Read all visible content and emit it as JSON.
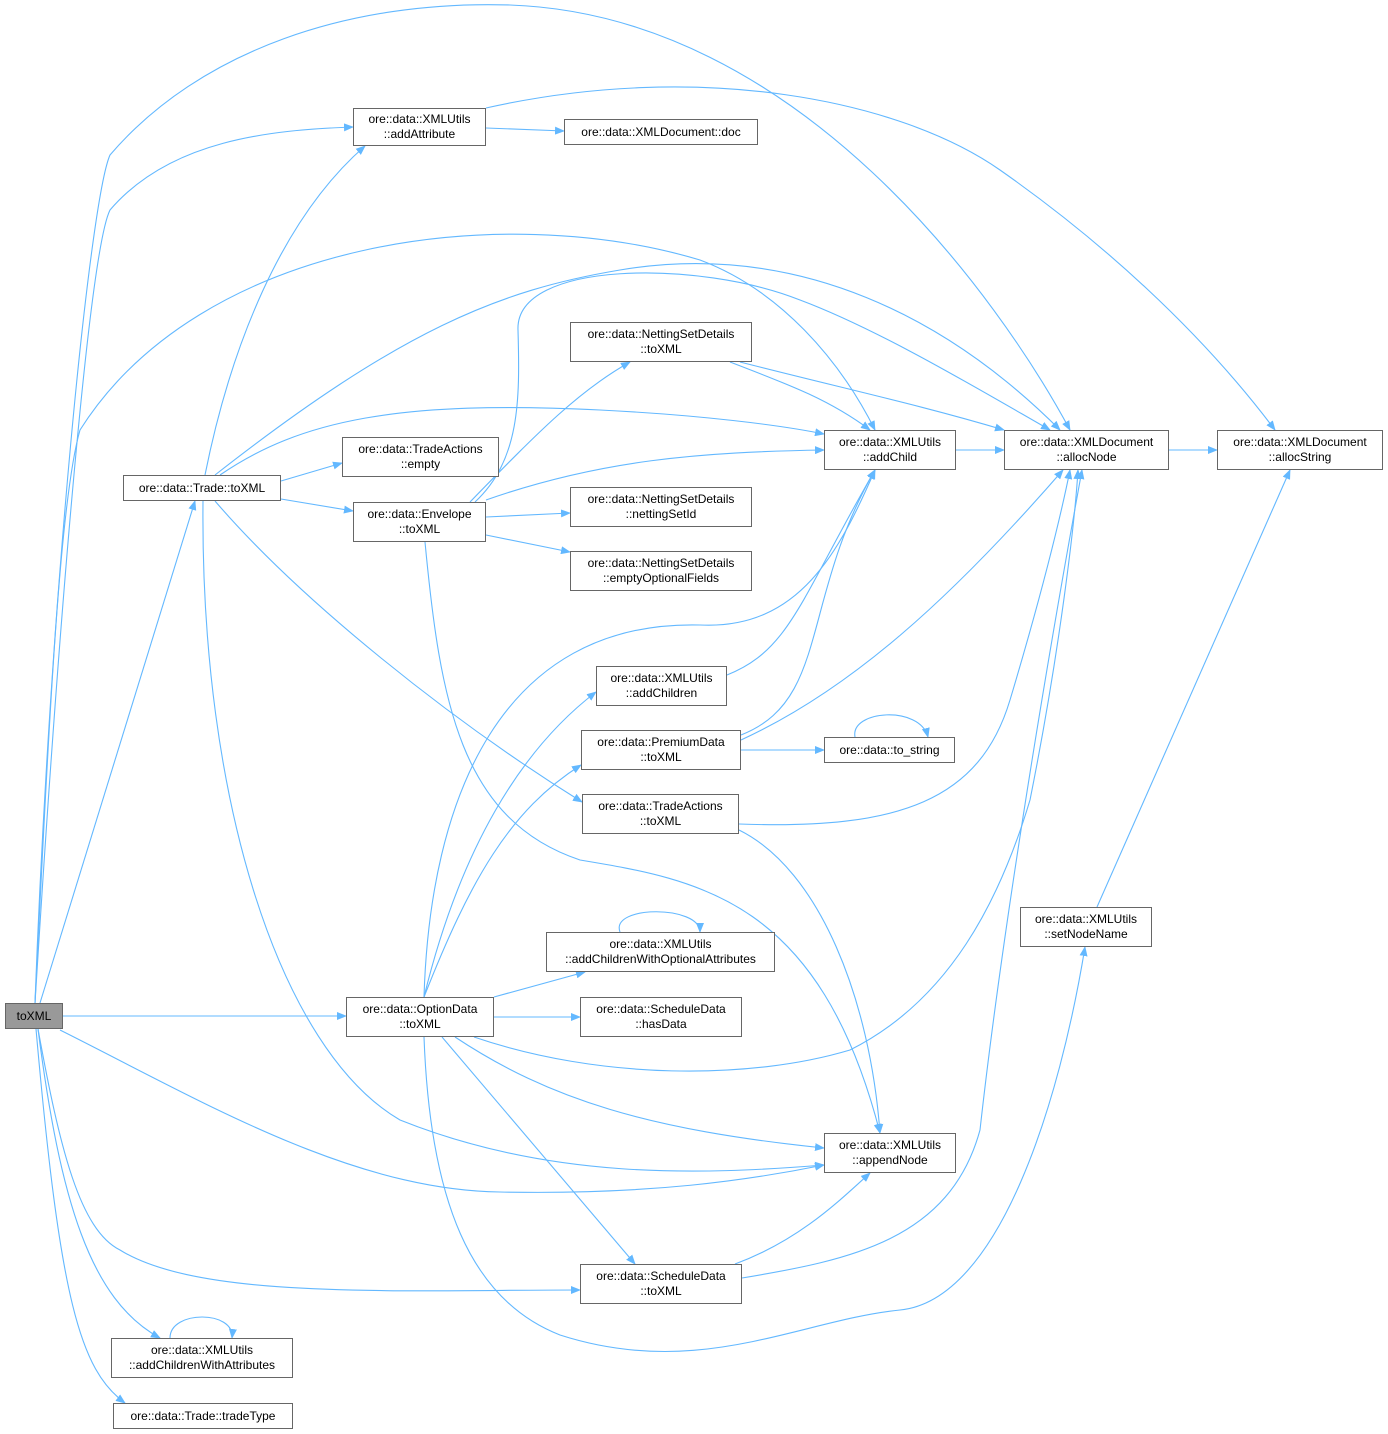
{
  "colors": {
    "edge": "#63b8ff",
    "root_fill": "#999999",
    "node_border": "#666666"
  },
  "nodes": {
    "root": [
      "toXML"
    ],
    "addAttribute": [
      "ore::data::XMLUtils",
      "::addAttribute"
    ],
    "doc": [
      "ore::data::XMLDocument::doc"
    ],
    "allocNode": [
      "ore::data::XMLDocument",
      "::allocNode"
    ],
    "allocString": [
      "ore::data::XMLDocument",
      "::allocString"
    ],
    "nsdToXML": [
      "ore::data::NettingSetDetails",
      "::toXML"
    ],
    "addChild": [
      "ore::data::XMLUtils",
      "::addChild"
    ],
    "taEmpty": [
      "ore::data::TradeActions",
      "::empty"
    ],
    "tradeToXML": [
      "ore::data::Trade::toXML"
    ],
    "envToXML": [
      "ore::data::Envelope",
      "::toXML"
    ],
    "nettingSetId": [
      "ore::data::NettingSetDetails",
      "::nettingSetId"
    ],
    "emptyOptional": [
      "ore::data::NettingSetDetails",
      "::emptyOptionalFields"
    ],
    "addChildren": [
      "ore::data::XMLUtils",
      "::addChildren"
    ],
    "premiumToXML": [
      "ore::data::PremiumData",
      "::toXML"
    ],
    "toString": [
      "ore::data::to_string"
    ],
    "taToXML": [
      "ore::data::TradeActions",
      "::toXML"
    ],
    "setNodeName": [
      "ore::data::XMLUtils",
      "::setNodeName"
    ],
    "acwoa": [
      "ore::data::XMLUtils",
      "::addChildrenWithOptionalAttributes"
    ],
    "optionToXML": [
      "ore::data::OptionData",
      "::toXML"
    ],
    "hasData": [
      "ore::data::ScheduleData",
      "::hasData"
    ],
    "appendNode": [
      "ore::data::XMLUtils",
      "::appendNode"
    ],
    "schedToXML": [
      "ore::data::ScheduleData",
      "::toXML"
    ],
    "acwa": [
      "ore::data::XMLUtils",
      "::addChildrenWithAttributes"
    ],
    "tradeType": [
      "ore::data::Trade::tradeType"
    ]
  }
}
